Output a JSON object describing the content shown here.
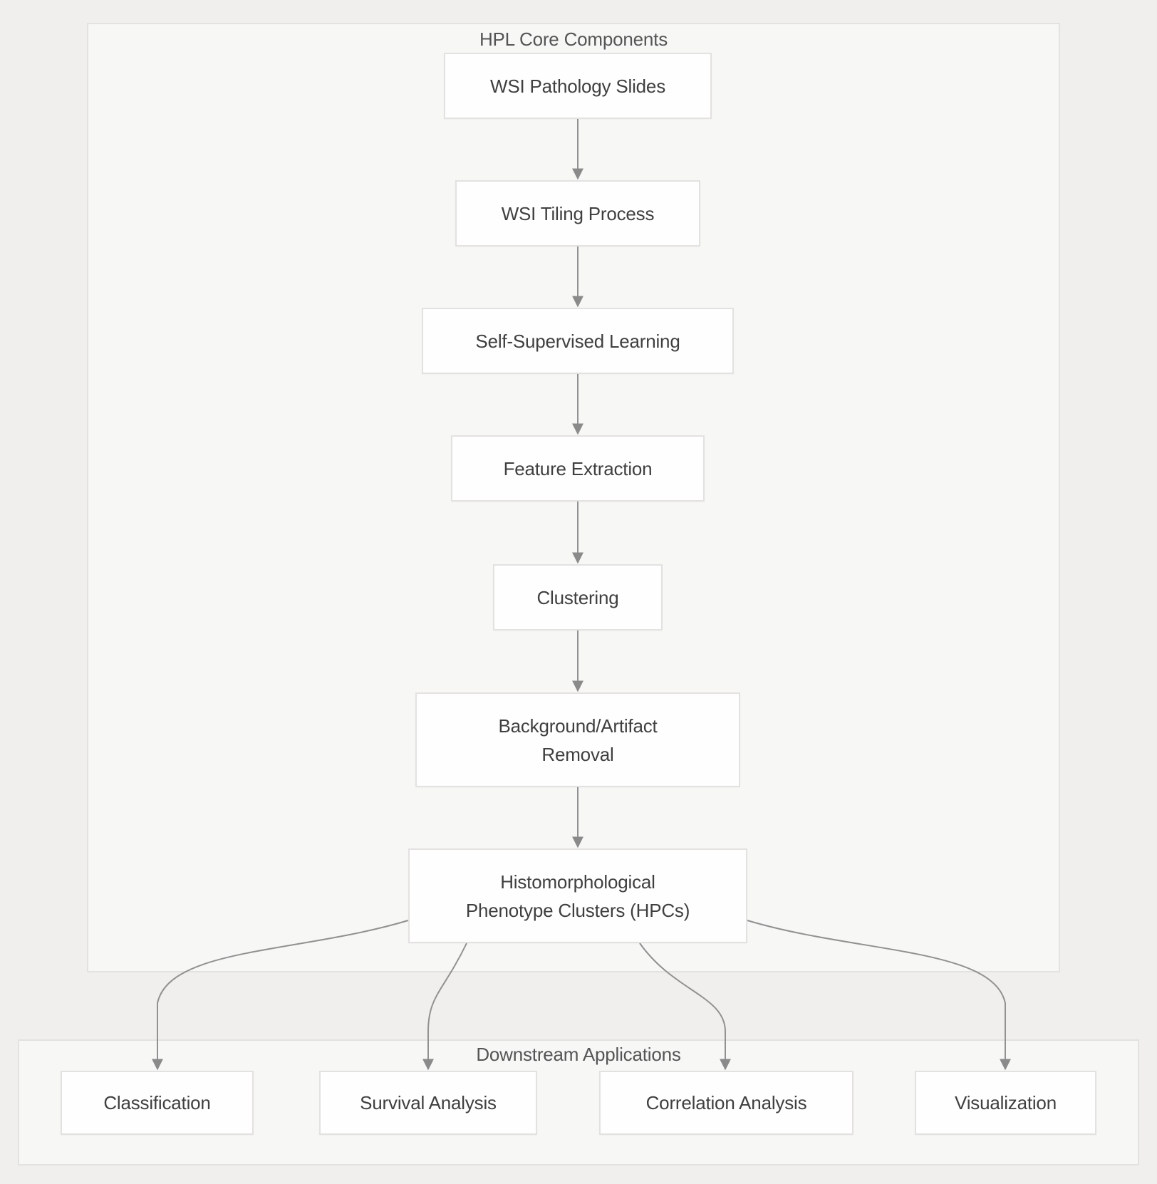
{
  "clusters": {
    "core": {
      "title": "HPL Core Components",
      "nodes": [
        {
          "label": "WSI Pathology Slides"
        },
        {
          "label": "WSI Tiling Process"
        },
        {
          "label": "Self-Supervised Learning"
        },
        {
          "label": "Feature Extraction"
        },
        {
          "label": "Clustering"
        },
        {
          "label": "Background/Artifact\nRemoval"
        },
        {
          "label": "Histomorphological\nPhenotype Clusters (HPCs)"
        }
      ]
    },
    "downstream": {
      "title": "Downstream Applications",
      "nodes": [
        {
          "label": "Classification"
        },
        {
          "label": "Survival Analysis"
        },
        {
          "label": "Correlation Analysis"
        },
        {
          "label": "Visualization"
        }
      ]
    }
  },
  "edges": [
    {
      "from": "WSI Pathology Slides",
      "to": "WSI Tiling Process"
    },
    {
      "from": "WSI Tiling Process",
      "to": "Self-Supervised Learning"
    },
    {
      "from": "Self-Supervised Learning",
      "to": "Feature Extraction"
    },
    {
      "from": "Feature Extraction",
      "to": "Clustering"
    },
    {
      "from": "Clustering",
      "to": "Background/Artifact Removal"
    },
    {
      "from": "Background/Artifact Removal",
      "to": "Histomorphological Phenotype Clusters (HPCs)"
    },
    {
      "from": "Histomorphological Phenotype Clusters (HPCs)",
      "to": "Classification"
    },
    {
      "from": "Histomorphological Phenotype Clusters (HPCs)",
      "to": "Survival Analysis"
    },
    {
      "from": "Histomorphological Phenotype Clusters (HPCs)",
      "to": "Correlation Analysis"
    },
    {
      "from": "Histomorphological Phenotype Clusters (HPCs)",
      "to": "Visualization"
    }
  ],
  "colors": {
    "page_bg": "#f0efed",
    "cluster_fill": "#f7f7f6",
    "cluster_border": "#e3e2e0",
    "node_fill": "#fefefe",
    "node_border": "#e3e2e1",
    "text": "#3f3f3f",
    "cluster_title": "#555555",
    "arrow": "#919191",
    "arrow_head": "#8a8a8a"
  }
}
